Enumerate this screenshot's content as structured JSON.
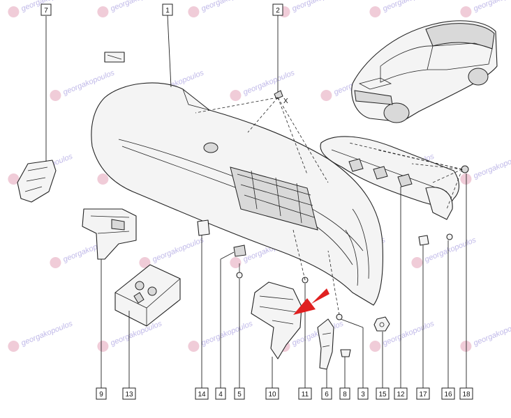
{
  "watermark": {
    "text": "georgakopoulos"
  },
  "leader_x": "X",
  "accent_arrow_color": "#e02020",
  "callouts": [
    {
      "id": "c7",
      "label": "7"
    },
    {
      "id": "c1",
      "label": "1"
    },
    {
      "id": "c2",
      "label": "2"
    },
    {
      "id": "c9",
      "label": "9"
    },
    {
      "id": "c13",
      "label": "13"
    },
    {
      "id": "c14",
      "label": "14"
    },
    {
      "id": "c4",
      "label": "4"
    },
    {
      "id": "c5",
      "label": "5"
    },
    {
      "id": "c10",
      "label": "10"
    },
    {
      "id": "c11",
      "label": "11"
    },
    {
      "id": "c6",
      "label": "6"
    },
    {
      "id": "c8",
      "label": "8"
    },
    {
      "id": "c3",
      "label": "3"
    },
    {
      "id": "c15",
      "label": "15"
    },
    {
      "id": "c12",
      "label": "12"
    },
    {
      "id": "c17",
      "label": "17"
    },
    {
      "id": "c16",
      "label": "16"
    },
    {
      "id": "c18",
      "label": "18"
    }
  ]
}
